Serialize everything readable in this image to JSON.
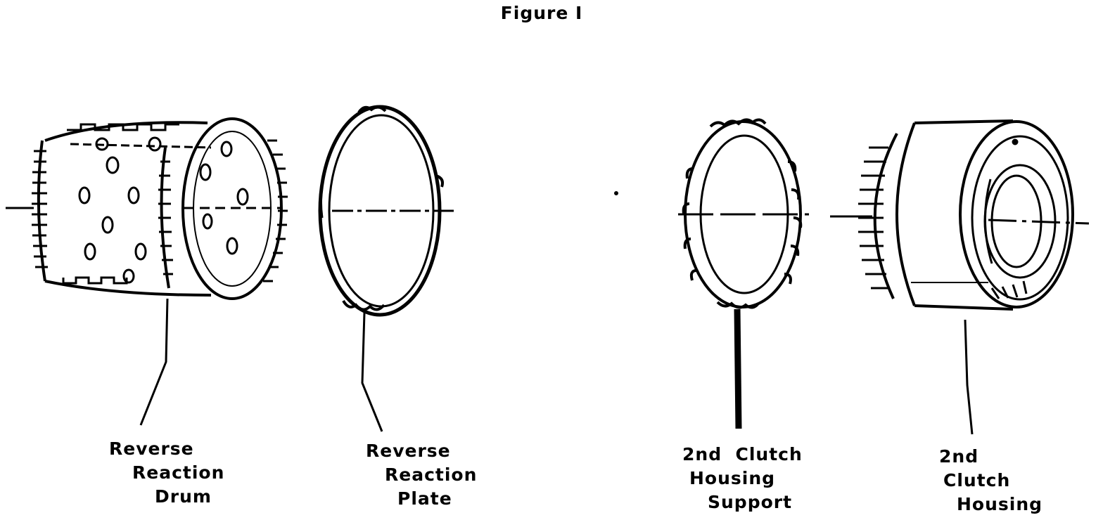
{
  "figure": {
    "title": "Figure I"
  },
  "parts": [
    {
      "id": "reverse-reaction-drum",
      "lines": [
        "Reverse",
        "Reaction",
        "Drum"
      ]
    },
    {
      "id": "reverse-reaction-plate",
      "lines": [
        "Reverse",
        "Reaction",
        "Plate"
      ]
    },
    {
      "id": "second-clutch-housing-support",
      "lines": [
        "2nd  Clutch",
        "Housing",
        "Support"
      ]
    },
    {
      "id": "second-clutch-housing",
      "lines": [
        "2nd",
        "Clutch",
        "Housing"
      ]
    }
  ],
  "colors": {
    "ink": "#000000",
    "paper": "#ffffff"
  }
}
